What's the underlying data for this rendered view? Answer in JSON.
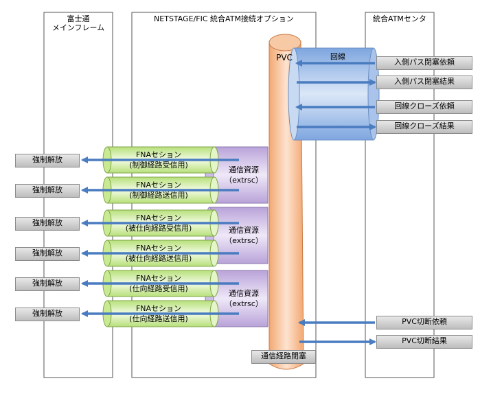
{
  "columns": {
    "mainframe": "富士通\nメインフレーム",
    "netstage": "NETSTAGE/FIC 統合ATM接続オプション",
    "atm_center": "統合ATMセンタ"
  },
  "pvc_label": "PVC",
  "line_label": "回線",
  "resource_label": "通信資源\n（extrsc）",
  "pvc_close_box": "通信経路閉塞",
  "atm_messages": [
    "入側パス閉塞依頼",
    "入側パス閉塞結果",
    "回線クローズ依頼",
    "回線クローズ結果"
  ],
  "pvc_messages": [
    "PVC切断依頼",
    "PVC切断結果"
  ],
  "force_release": "強制解放",
  "sessions": [
    {
      "title": "FNAセション",
      "sub": "(制御経路受信用)"
    },
    {
      "title": "FNAセション",
      "sub": "(制御経路送信用)"
    },
    {
      "title": "FNAセション",
      "sub": "(被仕向経路受信用)"
    },
    {
      "title": "FNAセション",
      "sub": "(被仕向経路送信用)"
    },
    {
      "title": "FNAセション",
      "sub": "(仕向経路受信用)"
    },
    {
      "title": "FNAセション",
      "sub": "(仕向経路送信用)"
    }
  ],
  "colors": {
    "arrow": "#4a7cc0",
    "pvc_fill": "#f7c6a0",
    "line_fill": "#a8c4ec",
    "session_fill": "#d6f0b0",
    "resource_fill": "#d2c3e6"
  }
}
